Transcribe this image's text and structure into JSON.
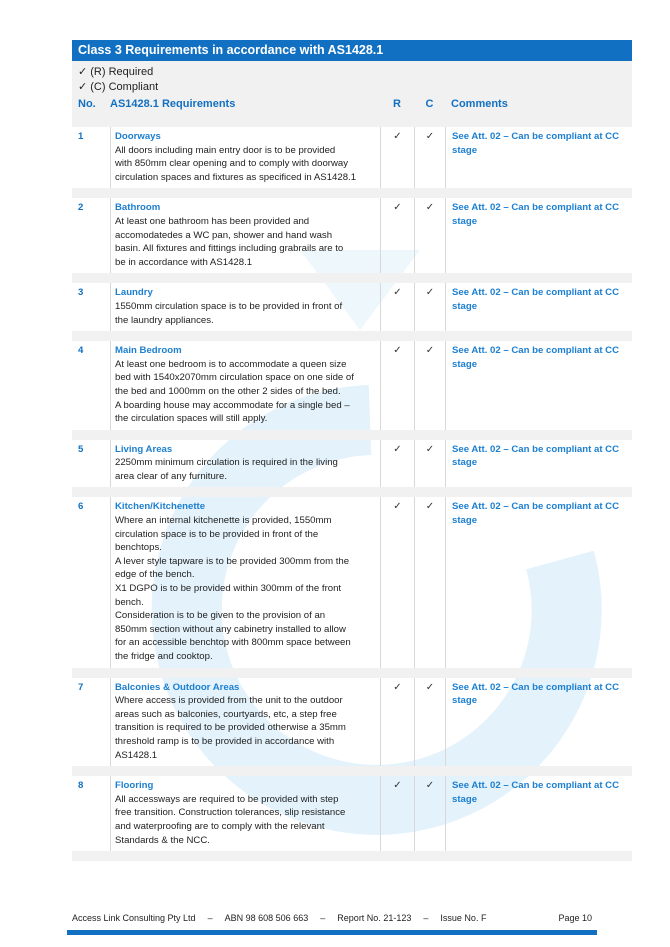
{
  "title": "Class 3 Requirements in accordance with AS1428.1",
  "legend": [
    "✓ (R) Required",
    "✓ (C) Compliant"
  ],
  "columns": {
    "no": "No.",
    "req": "AS1428.1 Requirements",
    "r": "R",
    "c": "C",
    "comments": "Comments"
  },
  "rows": [
    {
      "no": "1",
      "heading": "Doorways",
      "lines": [
        "All doors including main entry door is to be provided",
        "with 850mm clear opening and to comply with doorway",
        "circulation spaces and fixtures as specificed in AS1428.1"
      ],
      "r": "✓",
      "c": "✓",
      "comment": [
        "See Att. 02 – Can be compliant at CC",
        "stage"
      ]
    },
    {
      "no": "2",
      "heading": "Bathroom",
      "lines": [
        "At least one bathroom has been provided and",
        "accomodatedes a WC pan, shower and hand wash",
        "basin. All fixtures and fittings including grabrails are to",
        "be in accordance with AS1428.1"
      ],
      "r": "✓",
      "c": "✓",
      "comment": [
        "See Att. 02 – Can be compliant at CC",
        "stage"
      ]
    },
    {
      "no": "3",
      "heading": "Laundry",
      "lines": [
        "1550mm circulation space is to be provided in front of",
        "the laundry appliances."
      ],
      "r": "✓",
      "c": "✓",
      "comment": [
        "See Att. 02 – Can be compliant at CC",
        "stage"
      ]
    },
    {
      "no": "4",
      "heading": "Main Bedroom",
      "lines": [
        "At least one bedroom is to accommodate a queen size",
        "bed with 1540x2070mm circulation space on one side of",
        "the bed and 1000mm on the other 2 sides of the bed.",
        "A boarding house may accommodate for a single bed –",
        "the circulation spaces will still apply."
      ],
      "r": "✓",
      "c": "✓",
      "comment": [
        "See Att. 02 – Can be compliant at CC",
        "stage"
      ]
    },
    {
      "no": "5",
      "heading": "Living Areas",
      "lines": [
        "2250mm minimum circulation is required in the living",
        "area clear of any furniture."
      ],
      "r": "✓",
      "c": "✓",
      "comment": [
        "See Att. 02 – Can be compliant at CC",
        "stage"
      ]
    },
    {
      "no": "6",
      "heading": "Kitchen/Kitchenette",
      "lines": [
        "Where an internal kitchenette is provided, 1550mm",
        "circulation space is to be provided in front of the",
        "benchtops.",
        "A lever style tapware is to be provided 300mm from the",
        "edge of the bench.",
        "X1 DGPO is to be provided within 300mm of the front",
        "bench.",
        "Consideration is to be given to the provision of an",
        "850mm section without any cabinetry installed to allow",
        "for an accessible benchtop with 800mm space between",
        "the fridge and cooktop."
      ],
      "r": "✓",
      "c": "✓",
      "comment": [
        "See Att. 02 – Can be compliant at CC",
        "stage"
      ]
    },
    {
      "no": "7",
      "heading": "Balconies & Outdoor Areas",
      "lines": [
        "Where access is provided from the unit to the outdoor",
        "areas such as balconies, courtyards, etc, a step free",
        "transition is required to be provided otherwise a 35mm",
        "threshold ramp is to be provided in accordance with",
        "AS1428.1"
      ],
      "r": "✓",
      "c": "✓",
      "comment": [
        "See Att. 02 – Can be compliant at CC",
        "stage"
      ]
    },
    {
      "no": "8",
      "heading": "Flooring",
      "lines": [
        "All accessways are required to be provided with step",
        "free transition. Construction tolerances, slip resistance",
        "and waterproofing are to comply with the relevant",
        "Standards & the NCC."
      ],
      "r": "✓",
      "c": "✓",
      "comment": [
        "See Att. 02 – Can be compliant at CC",
        "stage"
      ]
    }
  ],
  "footer": {
    "company": "Access Link Consulting Pty Ltd",
    "sep1": "–",
    "abn": "ABN 98 608 506 663",
    "sep2": "–",
    "report": "Report No. 21-123",
    "sep3": "–",
    "issue": "Issue No. F",
    "page": "Page 10"
  },
  "colors": {
    "brand": "#1270c3",
    "watermark": "#cfe9f8"
  }
}
